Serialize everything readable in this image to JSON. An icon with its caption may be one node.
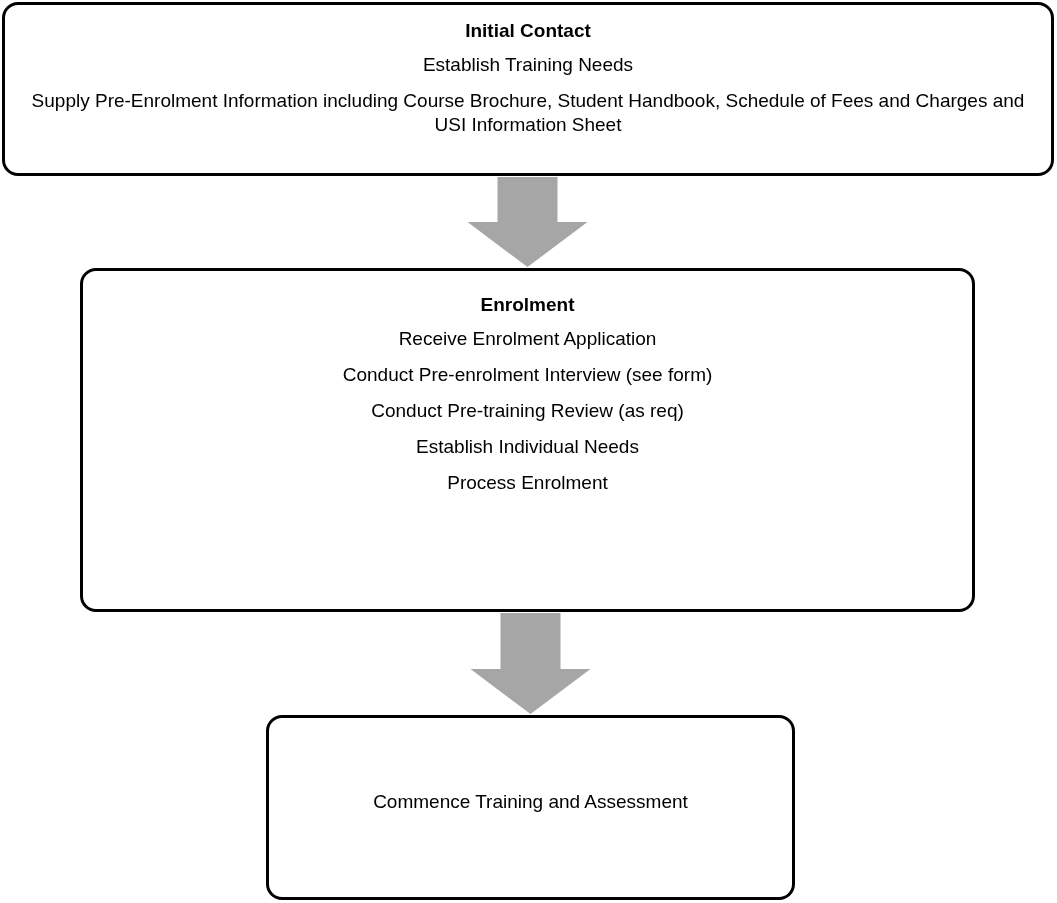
{
  "diagram": {
    "nodes": [
      {
        "text": [
          "Initial Contact",
          "Establish Training Needs",
          "Supply Pre-Enrolment Information including Course Brochure, Student Handbook, Schedule of Fees and Charges and USI Information Sheet"
        ]
      },
      {
        "text": [
          "Enrolment",
          "Receive Enrolment Application",
          "Conduct Pre-enrolment Interview (see form)",
          "Conduct Pre-training Review (as req)",
          "Establish Individual Needs",
          "Process Enrolment"
        ]
      },
      {
        "text": [
          "Commence Training and Assessment"
        ]
      }
    ],
    "edges": [
      {
        "from": 0,
        "to": 1,
        "arrow": "to",
        "style": "thick"
      },
      {
        "from": 1,
        "to": 2,
        "arrow": "to",
        "style": "thick"
      }
    ]
  }
}
